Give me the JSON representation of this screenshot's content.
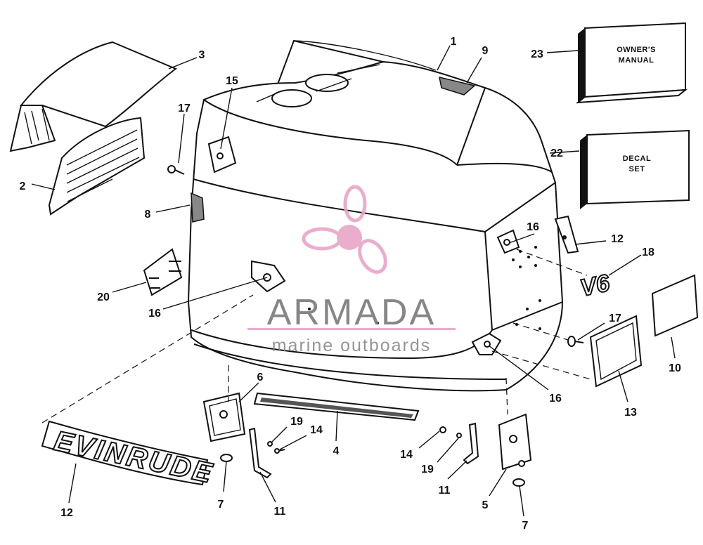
{
  "diagram": {
    "callouts": [
      "1",
      "2",
      "3",
      "4",
      "5",
      "6",
      "7",
      "7",
      "8",
      "9",
      "10",
      "11",
      "11",
      "12",
      "12",
      "13",
      "14",
      "14",
      "15",
      "16",
      "16",
      "16",
      "17",
      "17",
      "18",
      "19",
      "19",
      "20",
      "22",
      "23"
    ],
    "boxes": {
      "owners_manual": [
        "OWNER'S",
        "MANUAL"
      ],
      "decal_set": [
        "DECAL",
        "SET"
      ]
    },
    "brand_text": "EVINRUDE",
    "model_badge": "V6"
  },
  "watermark": {
    "name": "ARMADA",
    "tagline": "marine outboards",
    "accent": "#e8a6c8"
  }
}
